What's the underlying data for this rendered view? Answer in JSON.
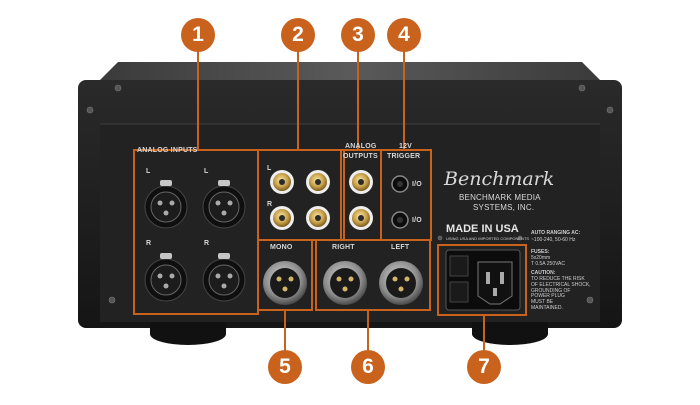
{
  "photo": {
    "subject": "Benchmark Media Systems rear panel",
    "colors": {
      "chassis": "#1b1b1b",
      "panel": "#232323",
      "callout": "#c8621d",
      "outline": "#c8621d",
      "silkscreen": "#d8d8d8",
      "feet": "#111111"
    }
  },
  "callouts": [
    "1",
    "2",
    "3",
    "4",
    "5",
    "6",
    "7"
  ],
  "panel_labels": {
    "analog_inputs": "ANALOG INPUTS",
    "input_l": "L",
    "input_r": "R",
    "rca_l": "L",
    "rca_r": "R",
    "analog_outputs_line1": "ANALOG",
    "analog_outputs_line2": "OUTPUTS",
    "trigger_line1": "12V",
    "trigger_line2": "TRIGGER",
    "trigger_io": "I/O",
    "mono": "MONO",
    "right": "RIGHT",
    "left": "LEFT"
  },
  "branding": {
    "logo": "Benchmark",
    "company_line1": "BENCHMARK MEDIA",
    "company_line2": "SYSTEMS, INC.",
    "made_in": "MADE IN USA",
    "made_in_sub": "USING USA AND IMPORTED COMPONENTS"
  },
  "power_info": {
    "auto_ranging": "AUTO RANGING AC:",
    "voltage": "~100-240, 50-60 Hz",
    "fuses_heading": "FUSES:",
    "fuses_detail": "5x20mm\nT 0.5A 250VAC",
    "caution_heading": "CAUTION:",
    "caution_text": "TO REDUCE THE RISK\nOF ELECTRICAL SHOCK,\nGROUNDING OF\nPOWER PLUG\nMUST BE\nMAINTAINED."
  }
}
